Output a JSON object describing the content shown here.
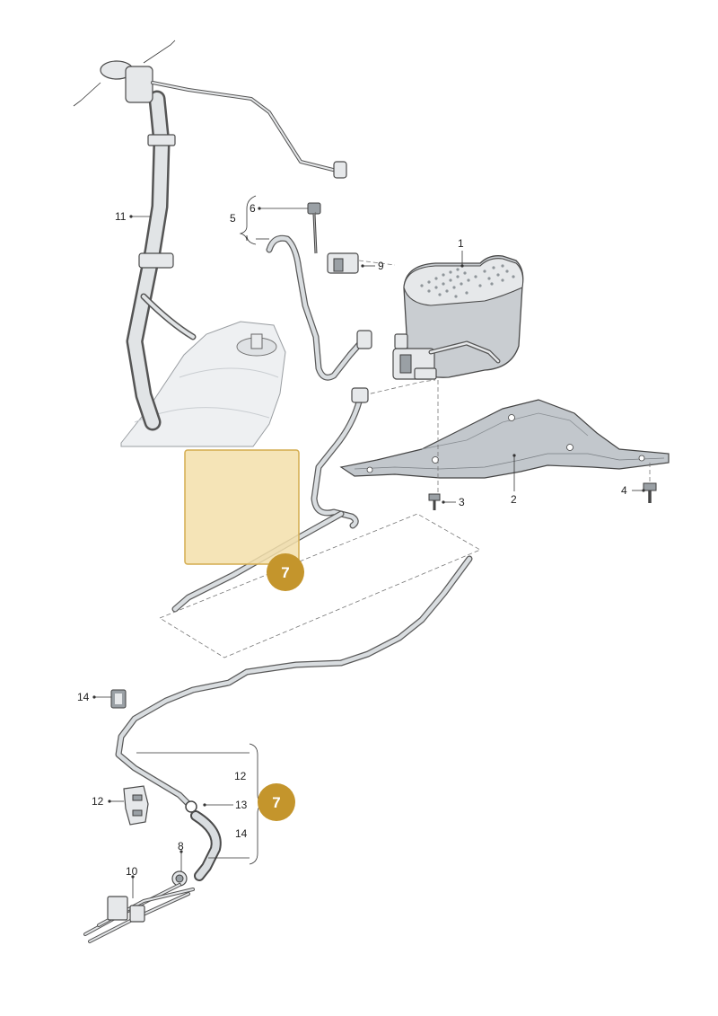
{
  "callouts": [
    {
      "id": "c1",
      "label": "1"
    },
    {
      "id": "c2",
      "label": "2"
    },
    {
      "id": "c3",
      "label": "3"
    },
    {
      "id": "c4",
      "label": "4"
    },
    {
      "id": "c5",
      "label": "5"
    },
    {
      "id": "c6",
      "label": "6"
    },
    {
      "id": "c8",
      "label": "8"
    },
    {
      "id": "c9",
      "label": "9"
    },
    {
      "id": "c10",
      "label": "10"
    },
    {
      "id": "c11",
      "label": "11"
    },
    {
      "id": "c12a",
      "label": "12"
    },
    {
      "id": "c12b",
      "label": "12"
    },
    {
      "id": "c13",
      "label": "13"
    },
    {
      "id": "c14a",
      "label": "14"
    },
    {
      "id": "c14b",
      "label": "14"
    }
  ],
  "badges": [
    {
      "id": "badge-top",
      "label": "7"
    },
    {
      "id": "badge-bottom",
      "label": "7"
    }
  ],
  "colors": {
    "badge": "#c4952c",
    "highlight_fill": "#f3dfaa",
    "highlight_stroke": "#d4ac4f"
  }
}
